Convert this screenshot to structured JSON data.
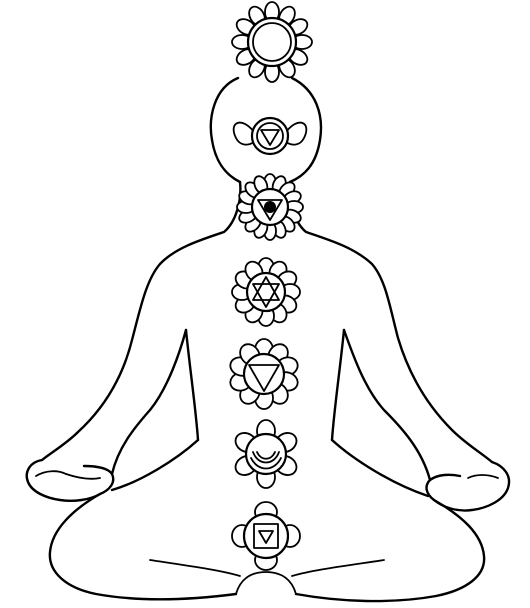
{
  "illustration": {
    "subject": "meditating-figure-outline",
    "line_color": "#000000",
    "background": "#ffffff"
  },
  "chakras": [
    {
      "name": "crown",
      "symbol": "circle-with-petals"
    },
    {
      "name": "third-eye",
      "symbol": "two-petals-triangle"
    },
    {
      "name": "throat",
      "symbol": "petals-circle-triangle"
    },
    {
      "name": "heart",
      "symbol": "petals-hexagram"
    },
    {
      "name": "solar-plexus",
      "symbol": "petals-inverted-triangle"
    },
    {
      "name": "sacral",
      "symbol": "petals-crescent"
    },
    {
      "name": "root",
      "symbol": "petals-square-triangle"
    }
  ]
}
